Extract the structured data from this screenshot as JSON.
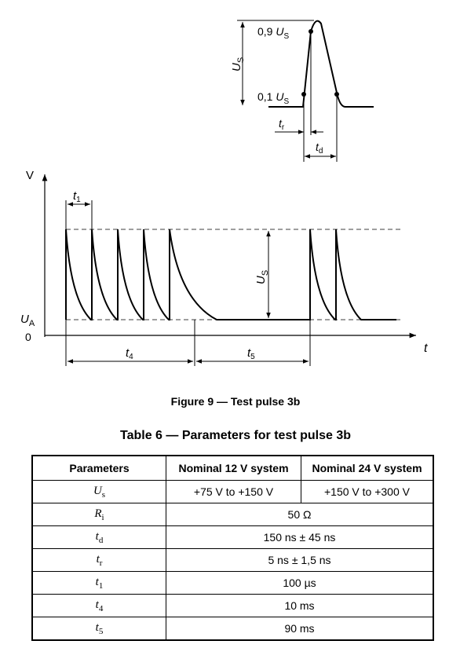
{
  "pulse_detail": {
    "label_09": "0,9 ",
    "label_01": "0,1 ",
    "sym_U": "U",
    "sub_S": "S",
    "sym_t": "t",
    "sub_r": "r",
    "sub_d": "d"
  },
  "train": {
    "axis_V": "V",
    "axis_t": "t",
    "zero": "0",
    "sym_U": "U",
    "sub_A": "A",
    "sub_S": "S",
    "sym_t": "t",
    "sub_1": "1",
    "sub_4": "4",
    "sub_5": "5"
  },
  "caption": "Figure 9 — Test pulse 3b",
  "table": {
    "title": "Table 6 — Parameters for test pulse 3b",
    "headers": [
      "Parameters",
      "Nominal 12 V system",
      "Nominal 24 V system"
    ],
    "rows": [
      {
        "sym": "U",
        "sub": "s",
        "v12": "+75 V to +150 V",
        "v24": "+150 V to +300 V"
      },
      {
        "sym": "R",
        "sub": "i",
        "value": "50 Ω"
      },
      {
        "sym": "t",
        "sub": "d",
        "value": "150 ns ± 45 ns"
      },
      {
        "sym": "t",
        "sub": "r",
        "value": "5 ns ± 1,5 ns"
      },
      {
        "sym": "t",
        "sub": "1",
        "value": "100 µs"
      },
      {
        "sym": "t",
        "sub": "4",
        "value": "10 ms"
      },
      {
        "sym": "t",
        "sub": "5",
        "value": "90 ms"
      }
    ]
  }
}
